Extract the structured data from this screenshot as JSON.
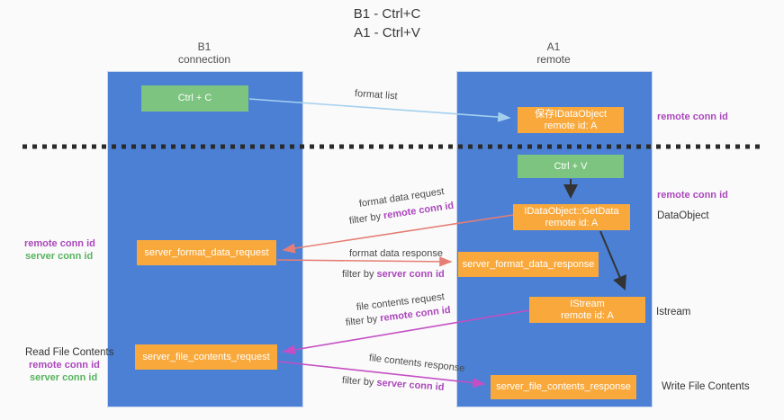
{
  "title": {
    "line1": "B1 - Ctrl+C",
    "line2": "A1 - Ctrl+V"
  },
  "columns": {
    "left": {
      "name": "B1",
      "role": "connection"
    },
    "right": {
      "name": "A1",
      "role": "remote"
    }
  },
  "nodes": {
    "ctrl_c": "Ctrl + C",
    "ctrl_v": "Ctrl + V",
    "save_dataobject": {
      "line1": "保存IDataObject",
      "line2": "remote id: A"
    },
    "getdata": {
      "line1": "IDataObject::GetData",
      "line2": "remote id: A"
    },
    "istream": {
      "line1": "IStream",
      "line2": "remote id: A"
    },
    "server_format_data_request": "server_format_data_request",
    "server_format_data_response": "server_format_data_response",
    "server_file_contents_request": "server_file_contents_request",
    "server_file_contents_response": "server_file_contents_response"
  },
  "legend": {
    "remote": "remote conn id",
    "server": "server conn id"
  },
  "side_labels": {
    "dataobject": "DataObject",
    "istream": "Istream",
    "write_file_contents": "Write File Contents",
    "read_file_contents": "Read File Contents"
  },
  "edges": {
    "format_list": "format list",
    "format_data_request": "format data request",
    "format_data_response": "format data response",
    "file_contents_request": "file contents request",
    "file_contents_response": "file contents response",
    "filter_by": "filter by"
  },
  "colors": {
    "lane_blue": "#4b80d5",
    "node_green": "#7cc47f",
    "node_orange": "#f9a93c",
    "label_purple": "#ab47bc",
    "label_green": "#57b35f",
    "arrow_salmon": "#e57f76",
    "arrow_magenta": "#c44fc4",
    "arrow_lightblue": "#a4d0ee",
    "arrow_black": "#333333",
    "dashed_line": "#2a2a2a"
  }
}
